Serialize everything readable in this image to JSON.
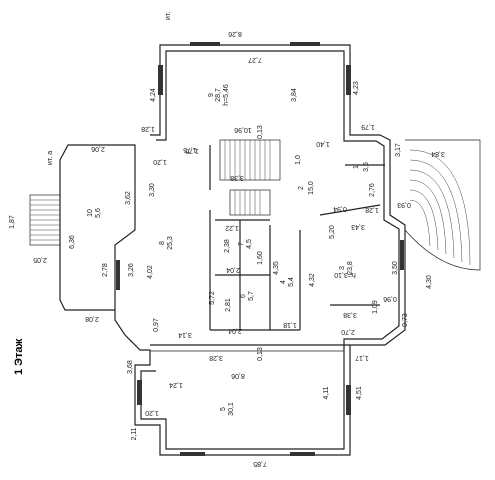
{
  "floor_title": "1 Этаж",
  "axis_a": "ит. а",
  "axis_b": "ит.",
  "labels": [
    {
      "id": "dim-8-26",
      "text": "8,26"
    },
    {
      "id": "dim-7-27",
      "text": "7,27"
    },
    {
      "id": "dim-4-24",
      "text": "4,24"
    },
    {
      "id": "dim-3-84",
      "text": "3,84"
    },
    {
      "id": "dim-4-23",
      "text": "4,23"
    },
    {
      "id": "dim-1-28",
      "text": "1,28"
    },
    {
      "id": "dim-1-75a",
      "text": "1,75"
    },
    {
      "id": "dim-1-79",
      "text": "1,79"
    },
    {
      "id": "dim-3-17",
      "text": "3,17"
    },
    {
      "id": "dim-3-84b",
      "text": "3,84"
    },
    {
      "id": "room-9",
      "text": "9"
    },
    {
      "id": "room-9-area",
      "text": "28,7"
    },
    {
      "id": "room-9-height",
      "text": "h=5,46"
    },
    {
      "id": "dim-2-06",
      "text": "2,06"
    },
    {
      "id": "dim-1-20",
      "text": "1,20"
    },
    {
      "id": "dim-1-75b",
      "text": "1,75"
    },
    {
      "id": "dim-0-13",
      "text": "0,13"
    },
    {
      "id": "dim-1-40",
      "text": "1,40"
    },
    {
      "id": "dim-10-96",
      "text": "10,96"
    },
    {
      "id": "dim-1-0",
      "text": "1,0"
    },
    {
      "id": "room-1",
      "text": "1"
    },
    {
      "id": "room-1-area",
      "text": "3,5"
    },
    {
      "id": "dim-3-38",
      "text": "3,38"
    },
    {
      "id": "room-2",
      "text": "2"
    },
    {
      "id": "room-2-area",
      "text": "15,0"
    },
    {
      "id": "dim-2-76",
      "text": "2,76"
    },
    {
      "id": "dim-3-30",
      "text": "3,30"
    },
    {
      "id": "dim-3-62",
      "text": "3,62"
    },
    {
      "id": "dim-1-28b",
      "text": "1,28"
    },
    {
      "id": "dim-0-93",
      "text": "0,93"
    },
    {
      "id": "dim-0-94",
      "text": "0,94"
    },
    {
      "id": "room-10",
      "text": "10"
    },
    {
      "id": "room-10-area",
      "text": "5,6"
    },
    {
      "id": "dim-6-36",
      "text": "6,36"
    },
    {
      "id": "dim-1-87",
      "text": "1,87"
    },
    {
      "id": "dim-2-05",
      "text": "2,05"
    },
    {
      "id": "room-8",
      "text": "8"
    },
    {
      "id": "room-8-area",
      "text": "25,3"
    },
    {
      "id": "dim-1-22",
      "text": "1,22"
    },
    {
      "id": "dim-2-38",
      "text": "2,38"
    },
    {
      "id": "room-7",
      "text": "7"
    },
    {
      "id": "room-7-area",
      "text": "4,5"
    },
    {
      "id": "dim-5-20",
      "text": "5,20"
    },
    {
      "id": "dim-3-43",
      "text": "3,43"
    },
    {
      "id": "dim-1-60",
      "text": "1,60"
    },
    {
      "id": "dim-2-04a",
      "text": "2,04"
    },
    {
      "id": "dim-4-35",
      "text": "4,35"
    },
    {
      "id": "dim-2-78",
      "text": "2,78"
    },
    {
      "id": "dim-3-26",
      "text": "3,26"
    },
    {
      "id": "dim-4-02",
      "text": "4,02"
    },
    {
      "id": "room-4",
      "text": "4"
    },
    {
      "id": "room-4-area",
      "text": "5,4"
    },
    {
      "id": "dim-4-32",
      "text": "4,32"
    },
    {
      "id": "room-3",
      "text": "3"
    },
    {
      "id": "room-3-area",
      "text": "23,8"
    },
    {
      "id": "room-3-height",
      "text": "h=3,10"
    },
    {
      "id": "dim-3-50",
      "text": "3,50"
    },
    {
      "id": "dim-4-30",
      "text": "4,30"
    },
    {
      "id": "dim-5-72",
      "text": "5,72"
    },
    {
      "id": "dim-2-81",
      "text": "2,81"
    },
    {
      "id": "room-6",
      "text": "6"
    },
    {
      "id": "room-6-area",
      "text": "5,7"
    },
    {
      "id": "dim-1-09",
      "text": "1,09"
    },
    {
      "id": "dim-0-96",
      "text": "0,96"
    },
    {
      "id": "dim-2-08",
      "text": "2,08"
    },
    {
      "id": "dim-0-97",
      "text": "0,97"
    },
    {
      "id": "dim-3-14",
      "text": "3,14"
    },
    {
      "id": "dim-2-04b",
      "text": "2,04"
    },
    {
      "id": "dim-1-18",
      "text": "1,18"
    },
    {
      "id": "dim-3-38b",
      "text": "3,38"
    },
    {
      "id": "dim-2-70",
      "text": "2,70"
    },
    {
      "id": "dim-0-73",
      "text": "0,73"
    },
    {
      "id": "dim-3-28",
      "text": "3,28"
    },
    {
      "id": "dim-0-13b",
      "text": "0,13"
    },
    {
      "id": "dim-1-17",
      "text": "1,17"
    },
    {
      "id": "dim-3-68",
      "text": "3,68"
    },
    {
      "id": "dim-8-06",
      "text": "8,06"
    },
    {
      "id": "dim-1-24",
      "text": "1,24"
    },
    {
      "id": "room-5",
      "text": "5"
    },
    {
      "id": "room-5-area",
      "text": "30,1"
    },
    {
      "id": "dim-4-11",
      "text": "4,11"
    },
    {
      "id": "dim-4-51",
      "text": "4,51"
    },
    {
      "id": "dim-1-20b",
      "text": "1,20"
    },
    {
      "id": "dim-2-11",
      "text": "2,11"
    },
    {
      "id": "dim-7-85",
      "text": "7,85"
    }
  ]
}
